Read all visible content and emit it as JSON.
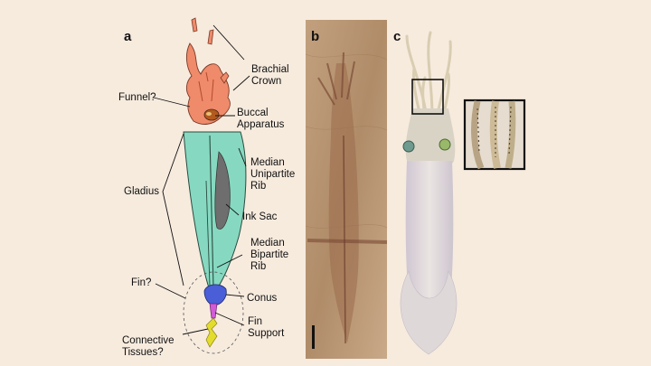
{
  "panels": {
    "a": "a",
    "b": "b",
    "c": "c"
  },
  "labels": {
    "brachial_crown": [
      "Brachial",
      "Crown"
    ],
    "funnel": "Funnel?",
    "buccal_apparatus": [
      "Buccal",
      "Apparatus"
    ],
    "gladius": "Gladius",
    "median_unipartite_rib": [
      "Median",
      "Unipartite",
      "Rib"
    ],
    "ink_sac": "Ink Sac",
    "median_bipartite_rib": [
      "Median",
      "Bipartite",
      "Rib"
    ],
    "fin": "Fin?",
    "conus": "Conus",
    "fin_support": [
      "Fin",
      "Support"
    ],
    "connective_tissues": [
      "Connective",
      "Tissues?"
    ]
  },
  "colors": {
    "background": "#f7ebde",
    "gladius": "#86d9c0",
    "brachial_crown": "#ef8a6b",
    "conus": "#4a5ed8",
    "fin_support": "#d25bd8",
    "connective_tissue": "#e3dc2e",
    "ink_sac": "#6e6e6e",
    "fossil_slab": "#b79472"
  }
}
